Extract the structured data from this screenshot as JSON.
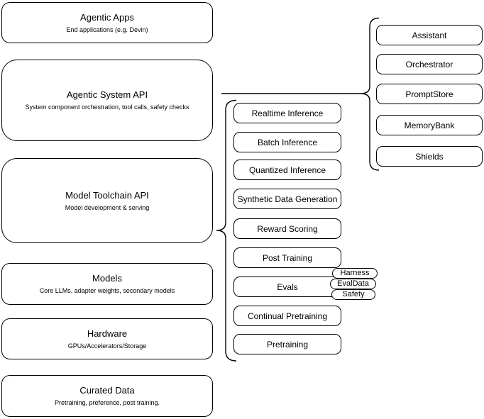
{
  "diagram": {
    "stack": [
      {
        "title": "Agentic Apps",
        "subtitle": "End applications (e.g. Devin)"
      },
      {
        "title": "Agentic System API",
        "subtitle": "System component orchestration, tool calls, safety checks"
      },
      {
        "title": "Model Toolchain API",
        "subtitle": "Model development & serving"
      },
      {
        "title": "Models",
        "subtitle": "Core LLMs, adapter weights, secondary models"
      },
      {
        "title": "Hardware",
        "subtitle": "GPUs/Accelerators/Storage"
      },
      {
        "title": "Curated Data",
        "subtitle": "Pretraining, preference, post training."
      }
    ],
    "toolchain_items": [
      "Realtime Inference",
      "Batch Inference",
      "Quantized Inference",
      "Synthetic Data Generation",
      "Reward Scoring",
      "Post Training",
      "Evals",
      "Continual Pretraining",
      "Pretraining"
    ],
    "evals_tags": [
      "Harness",
      "EvalData",
      "Safety"
    ],
    "system_items": [
      "Assistant",
      "Orchestrator",
      "PromptStore",
      "MemoryBank",
      "Shields"
    ],
    "colors": {
      "stroke": "#000000",
      "fill": "#ffffff",
      "text": "#000000"
    }
  }
}
